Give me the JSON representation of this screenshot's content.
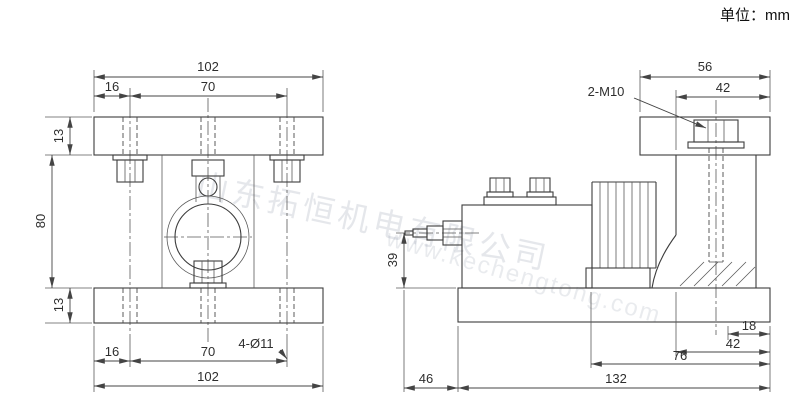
{
  "page": {
    "unit_label": "单位：mm"
  },
  "watermark": {
    "line1": "山东拓恒机电有限公司",
    "line2": "www.kechengtong.com"
  },
  "front_view": {
    "dim_width_top": "102",
    "dim_offset_top": "16",
    "dim_span_top": "70",
    "dim_top_plate_thickness": "13",
    "dim_height": "80",
    "dim_bottom_plate_thickness": "13",
    "dim_offset_bottom": "16",
    "dim_span_bottom": "70",
    "dim_holes": "4-Ø11",
    "dim_width_bottom": "102"
  },
  "side_view": {
    "dim_top_plate_width": "56",
    "dim_bolt_offset_top": "42",
    "dim_bolt_spec": "2-M10",
    "dim_cable_height": "39",
    "dim_foot_edge": "18",
    "dim_bolt_offset_bottom": "42",
    "dim_body_span": "76",
    "dim_cable_offset": "46",
    "dim_base_width": "132"
  }
}
